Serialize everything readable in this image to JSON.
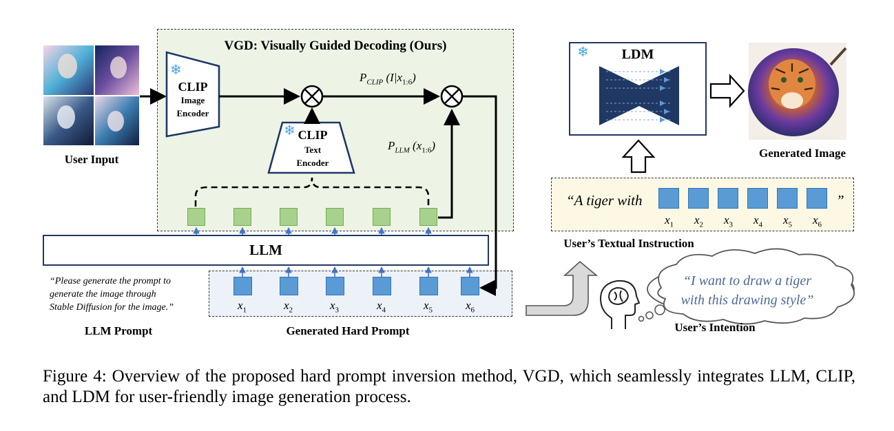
{
  "vgd": {
    "title": "VGD: Visually Guided Decoding (Ours)",
    "clip_image_encoder": {
      "title": "CLIP",
      "line1": "Image",
      "line2": "Encoder"
    },
    "clip_text_encoder": {
      "title": "CLIP",
      "line1": "Text",
      "line2": "Encoder"
    },
    "p_clip": {
      "main": "P",
      "sub": "CLIP",
      "rest": "(I|x",
      "sub2": "1:6",
      "end": ")"
    },
    "p_llm": {
      "main": "P",
      "sub": "LLM",
      "rest": "(x",
      "sub2": "1:6",
      "end": ")"
    }
  },
  "user_input": {
    "label": "User Input"
  },
  "llm": {
    "label": "LLM"
  },
  "llm_prompt": {
    "line1": "“Please generate the prompt to",
    "line2": "generate the image through",
    "line3": "Stable Diffusion for the image.”",
    "label": "LLM Prompt"
  },
  "hard_prompt": {
    "label": "Generated Hard Prompt",
    "tokens": [
      {
        "sym": "x",
        "sub": "1"
      },
      {
        "sym": "x",
        "sub": "2"
      },
      {
        "sym": "x",
        "sub": "3"
      },
      {
        "sym": "x",
        "sub": "4"
      },
      {
        "sym": "x",
        "sub": "5"
      },
      {
        "sym": "x",
        "sub": "6"
      }
    ]
  },
  "ldm": {
    "label": "LDM"
  },
  "generated_image": {
    "label": "Generated Image"
  },
  "instruction": {
    "open_quote": "“A tiger with",
    "close_quote": "”",
    "label": "User’s Textual Instruction"
  },
  "intention": {
    "line1": "“I want to draw a tiger",
    "line2": "with this drawing style”",
    "label": "User’s Intention"
  },
  "caption": "Figure 4: Overview of the proposed hard prompt inversion method, VGD, which seamlessly integrates LLM, CLIP, and LDM for user-friendly image generation process.",
  "colors": {
    "navy": "#1f3864",
    "green_fill": "#a9d18e",
    "blue_fill": "#5b9bd5",
    "arrow_blue": "#4472c4"
  }
}
